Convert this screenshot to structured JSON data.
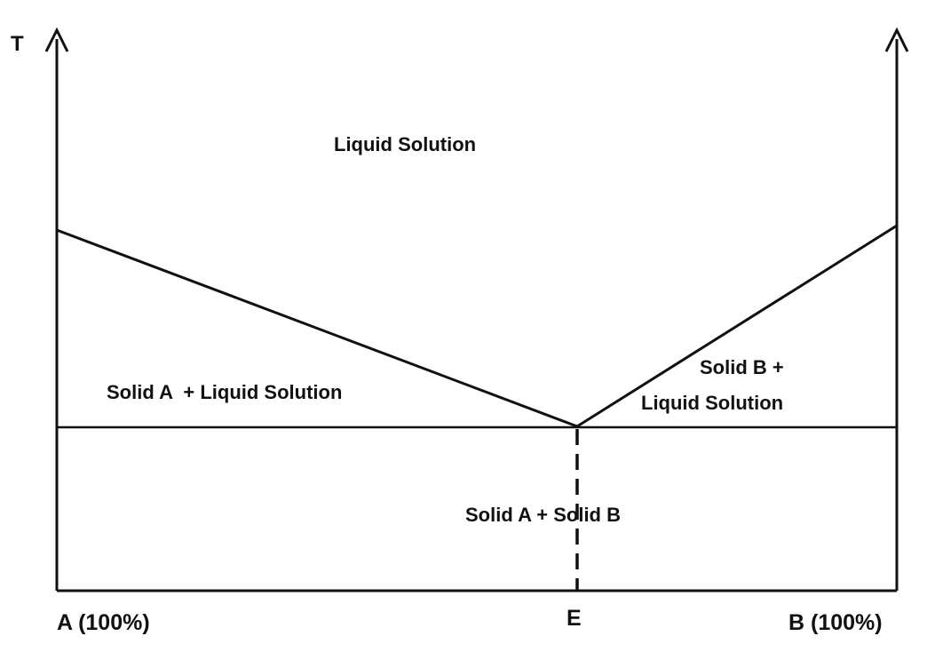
{
  "axes": {
    "left_axis_label": "T",
    "left_composition_label": "A (100%)",
    "right_composition_label": "B (100%)",
    "eutectic_point_label": "E"
  },
  "regions": {
    "liquid": "Liquid Solution",
    "solid_a_liquid": "Solid A  + Liquid Solution",
    "solid_b_liquid_line1": "Solid B +",
    "solid_b_liquid_line2": "Liquid Solution",
    "solid_ab": "Solid A + Solid B"
  },
  "colors": {
    "line": "#111111",
    "background": "#ffffff"
  }
}
